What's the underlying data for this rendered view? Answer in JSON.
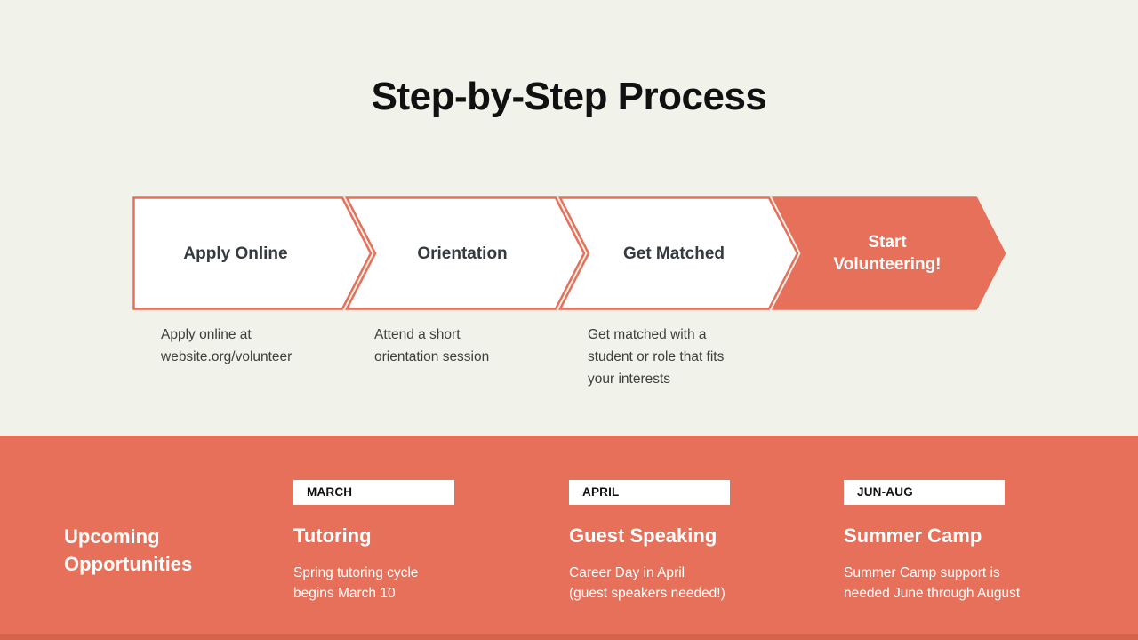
{
  "slide": {
    "title": "Step-by-Step Process"
  },
  "colors": {
    "background": "#f1f2ea",
    "accent": "#e7705a",
    "accent_dark_edge": "#d5634e",
    "dark_text": "#343a40",
    "white": "#ffffff"
  },
  "process": {
    "steps": [
      {
        "label": "Apply Online",
        "description": "Apply online at\nwebsite.org/volunteer",
        "filled": false
      },
      {
        "label": "Orientation",
        "description": "Attend a short\norientation session",
        "filled": false
      },
      {
        "label": "Get Matched",
        "description": "Get matched with a\nstudent or role that fits\nyour interests",
        "filled": false
      },
      {
        "label": "Start\nVolunteering!",
        "description": "",
        "filled": true
      }
    ]
  },
  "opportunities": {
    "heading": "Upcoming\nOpportunities",
    "items": [
      {
        "tag": "MARCH",
        "title": "Tutoring",
        "description": "Spring tutoring cycle\nbegins March 10"
      },
      {
        "tag": "APRIL",
        "title": "Guest Speaking",
        "description": "Career Day in April\n(guest speakers needed!)"
      },
      {
        "tag": "JUN-AUG",
        "title": "Summer Camp",
        "description": "Summer Camp support is\nneeded June through August"
      }
    ]
  }
}
